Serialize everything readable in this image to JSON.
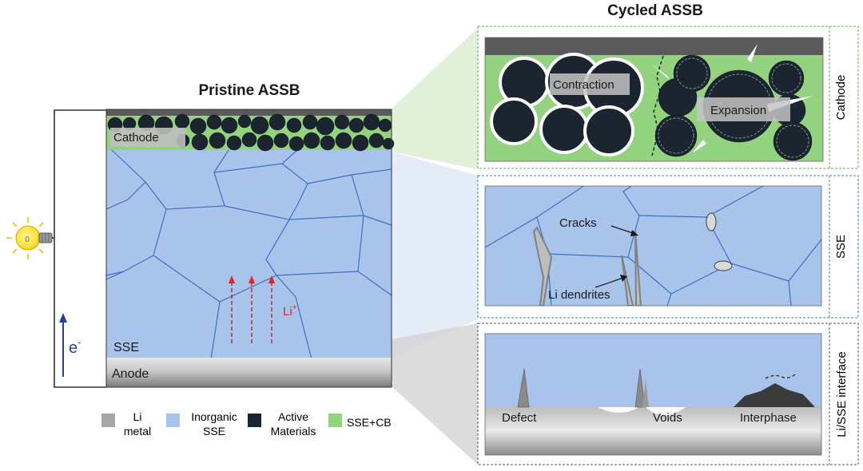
{
  "titles": {
    "pristine": "Pristine ASSB",
    "cycled": "Cycled ASSB"
  },
  "pristine_labels": {
    "cathode": "Cathode",
    "sse": "SSE",
    "anode": "Anode",
    "li_ion": "Li",
    "li_ion_sup": "+",
    "electron": "e",
    "electron_sup": "-"
  },
  "bulb_label": "0",
  "legend": [
    {
      "line1": "Li",
      "line2": "metal",
      "color": "#a6a6a6"
    },
    {
      "line1": "Inorganic",
      "line2": "SSE",
      "color": "#a9c4ea"
    },
    {
      "line1": "Active",
      "line2": "Materials",
      "color": "#1b2530"
    },
    {
      "line1": "SSE+CB",
      "line2": "",
      "color": "#93d27f"
    }
  ],
  "panels": {
    "cathode": {
      "side_label": "Cathode",
      "contraction": "Contraction",
      "expansion": "Expansion"
    },
    "sse": {
      "side_label": "SSE",
      "cracks": "Cracks",
      "dendrites": "Li dendrites"
    },
    "interface": {
      "side_label": "Li/SSE interface",
      "defect": "Defect",
      "voids": "Voids",
      "interphase": "Interphase"
    }
  },
  "colors": {
    "sse": "#a9c4ea",
    "grain_line": "#3f6fc2",
    "cathode_green": "#93d27f",
    "particle": "#1b2530",
    "anode": "#a6a6a6",
    "li_arrow": "#d9262b",
    "electron_arrow": "#2340a8"
  }
}
